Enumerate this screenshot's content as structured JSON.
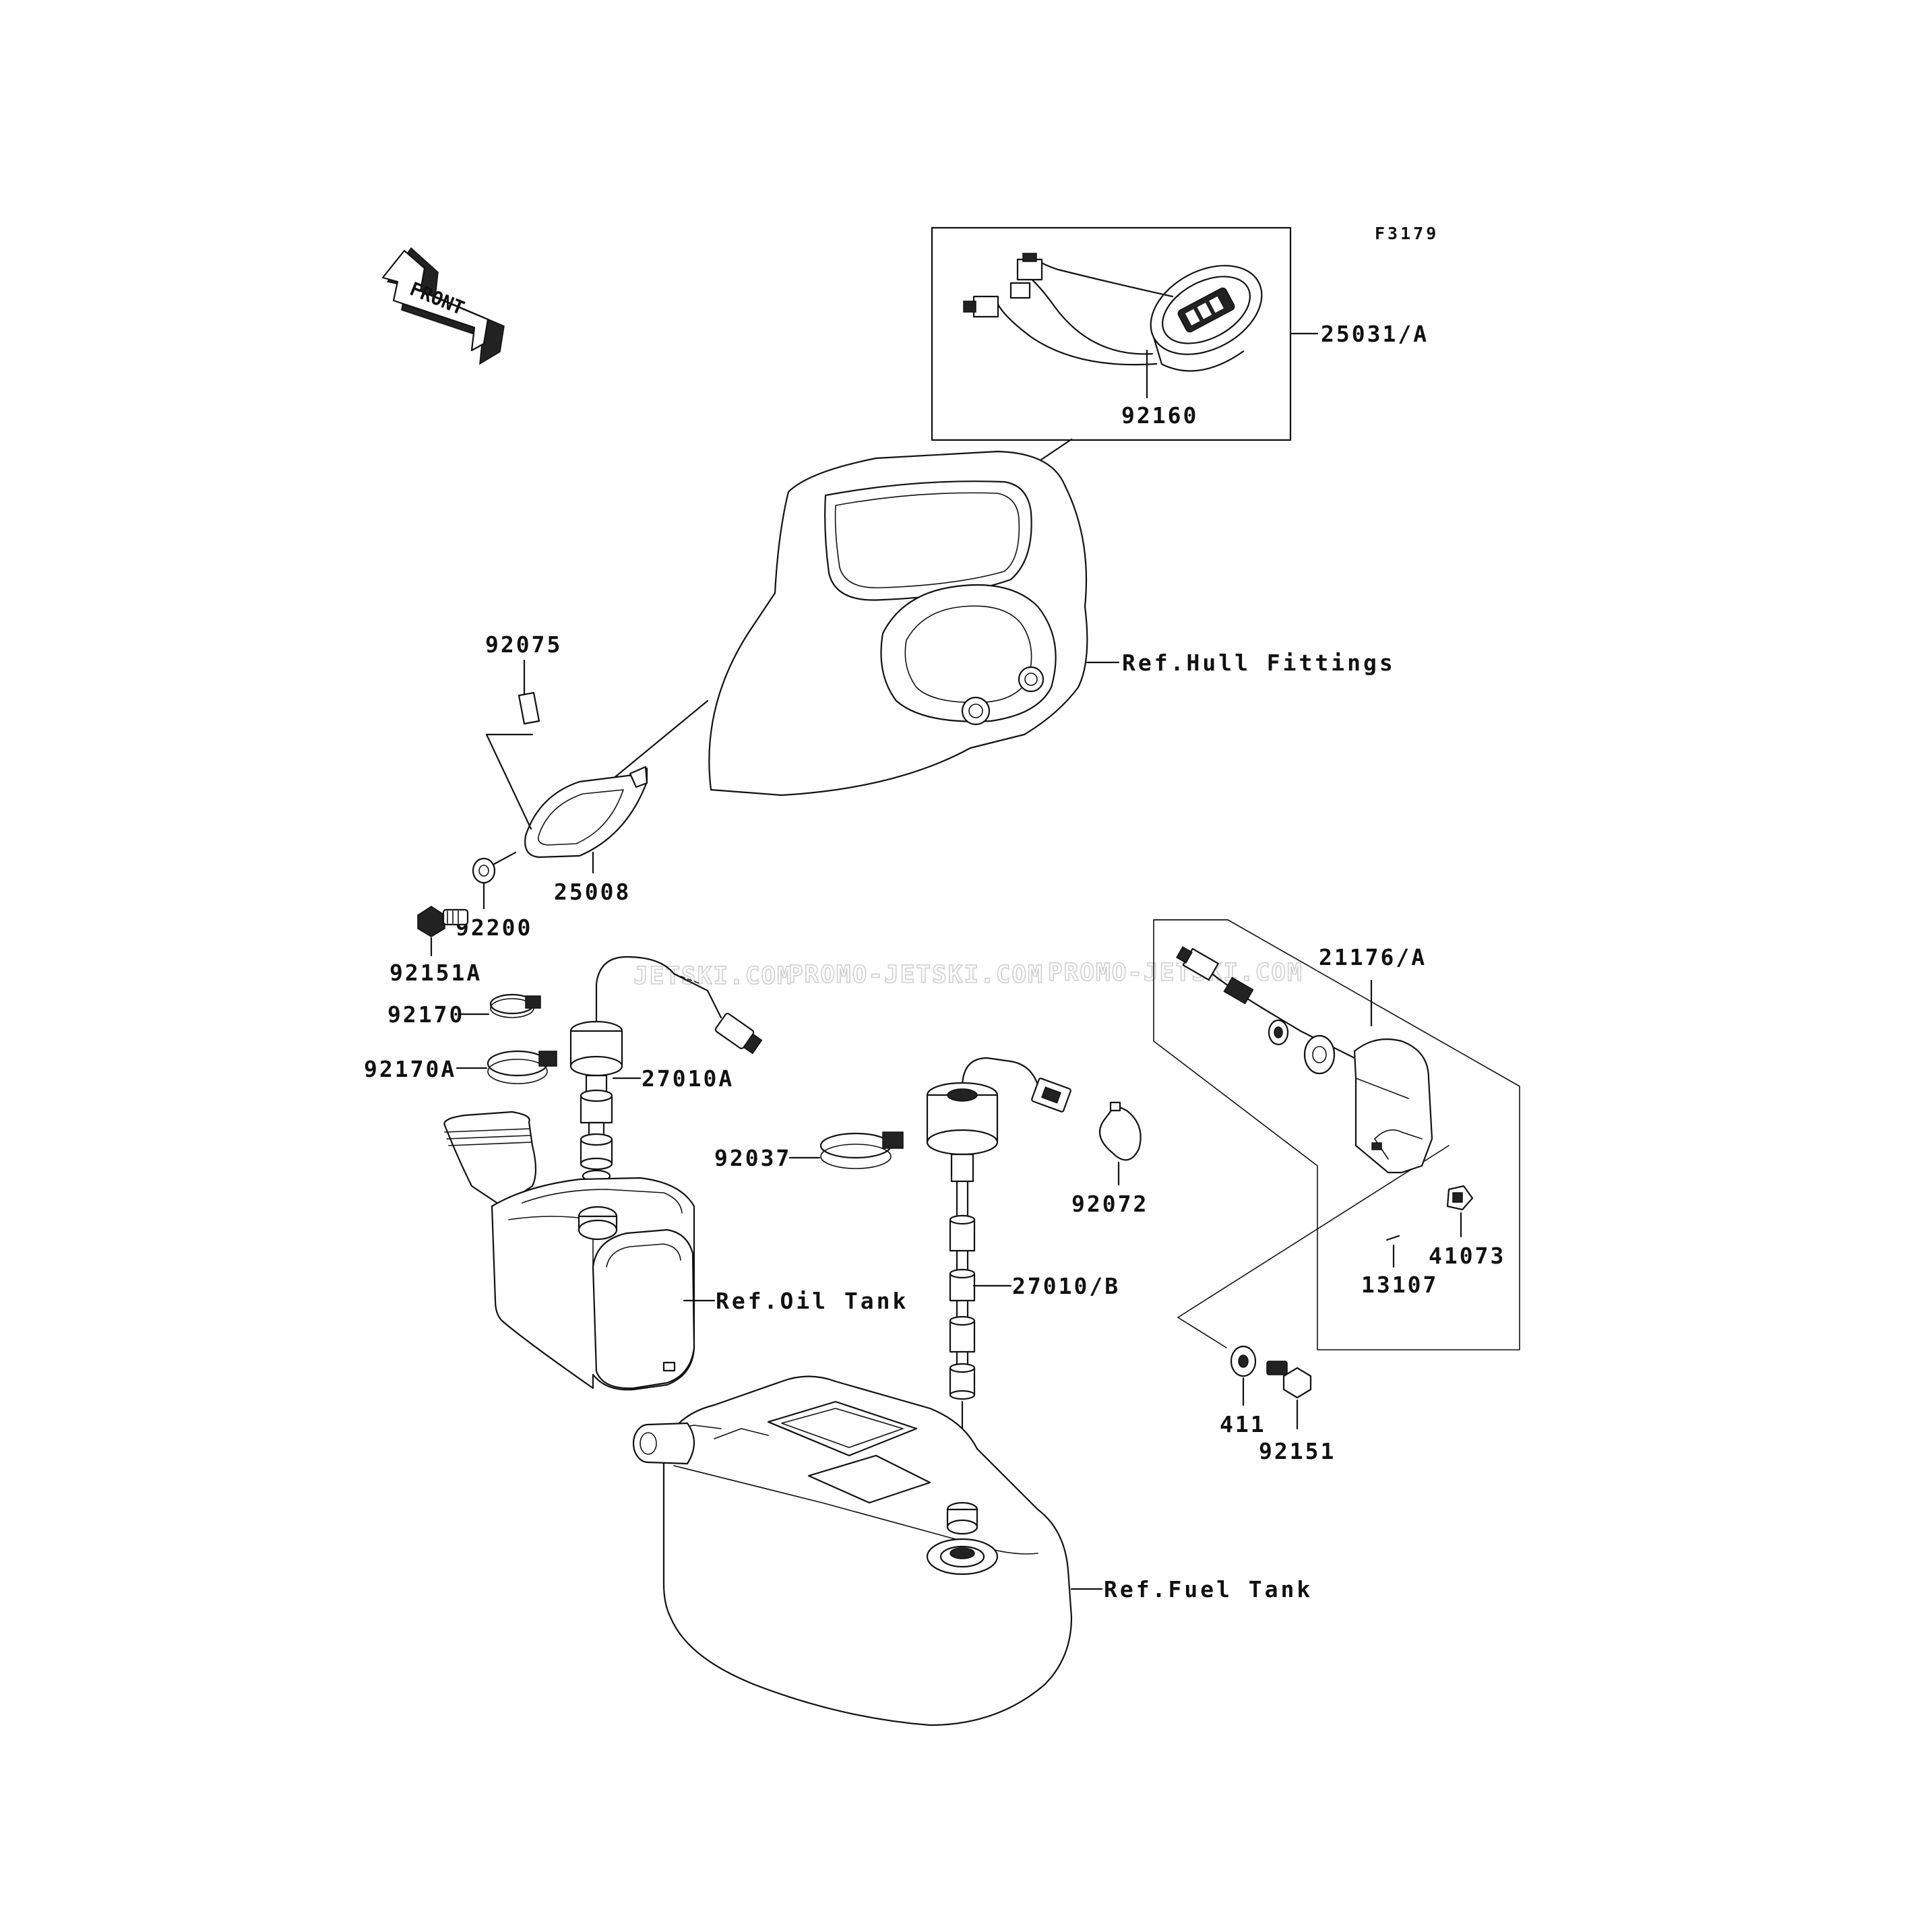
{
  "figure_id": "F3179",
  "front_arrow_text": "FRONT",
  "watermarks": [
    "JETSKI.COM",
    "PROMO-JETSKI.COM",
    "PROMO-JETSKI.COM"
  ],
  "parts": [
    {
      "id": "p25031A",
      "label": "25031/A"
    },
    {
      "id": "p92160",
      "label": "92160"
    },
    {
      "id": "p92075",
      "label": "92075"
    },
    {
      "id": "p25008",
      "label": "25008"
    },
    {
      "id": "p92200",
      "label": "92200"
    },
    {
      "id": "p92151A",
      "label": "92151A"
    },
    {
      "id": "p92170",
      "label": "92170"
    },
    {
      "id": "p92170A",
      "label": "92170A"
    },
    {
      "id": "p27010A",
      "label": "27010A"
    },
    {
      "id": "p92037",
      "label": "92037"
    },
    {
      "id": "p92072",
      "label": "92072"
    },
    {
      "id": "p27010B",
      "label": "27010/B"
    },
    {
      "id": "p21176A",
      "label": "21176/A"
    },
    {
      "id": "p41073",
      "label": "41073"
    },
    {
      "id": "p13107",
      "label": "13107"
    },
    {
      "id": "p411",
      "label": "411"
    },
    {
      "id": "p92151",
      "label": "92151"
    }
  ],
  "references": [
    {
      "id": "hull",
      "label": "Ref.Hull Fittings"
    },
    {
      "id": "oil",
      "label": "Ref.Oil Tank"
    },
    {
      "id": "fuel",
      "label": "Ref.Fuel Tank"
    }
  ]
}
